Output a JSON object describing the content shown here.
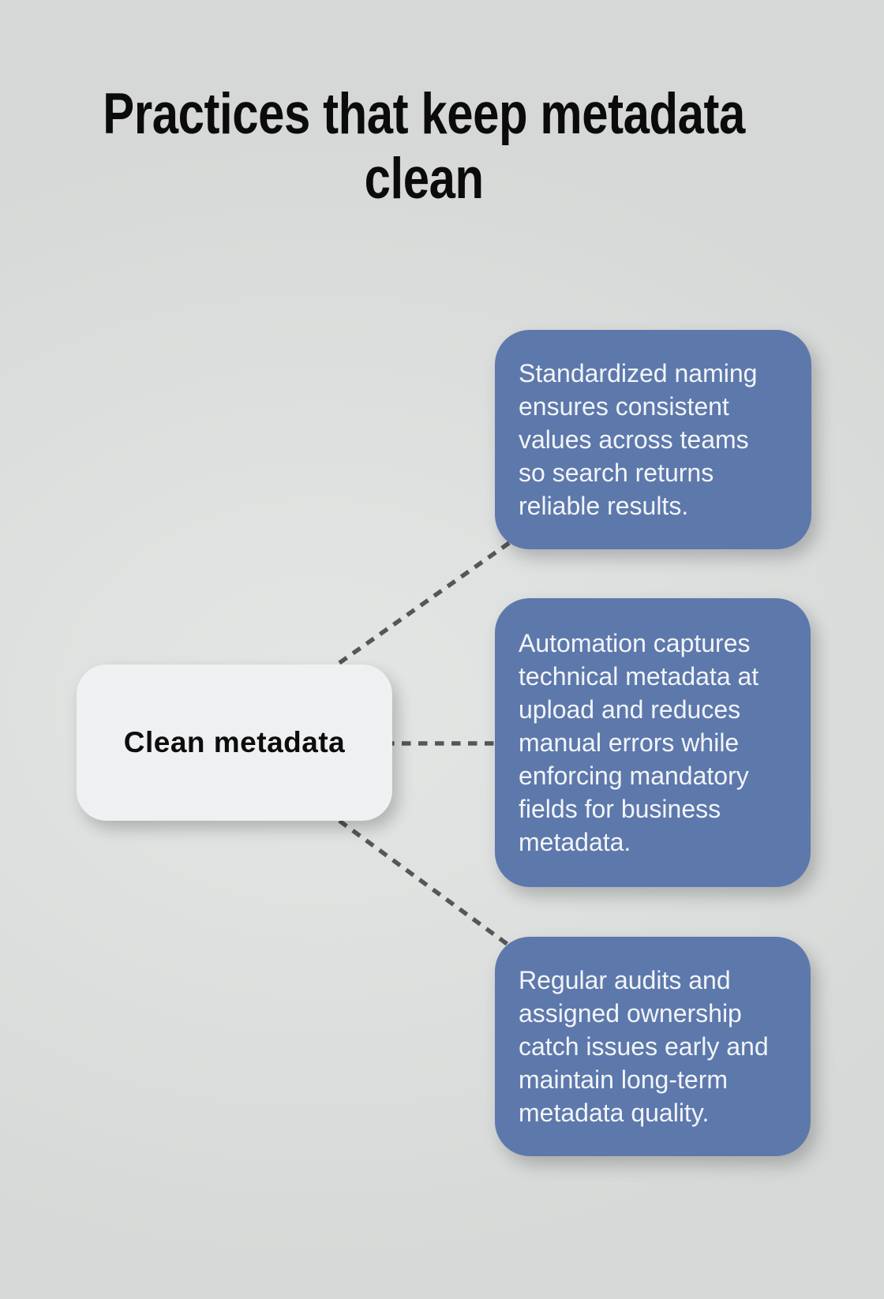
{
  "title": {
    "text": "Practices that keep metadata clean",
    "lines": [
      "Practices that keep metadata",
      "clean"
    ]
  },
  "center_node": {
    "label": "Clean metadata"
  },
  "branches": [
    {
      "text": "Standardized naming ensures consistent values across teams so search returns reliable results.",
      "lines": [
        "Standardized naming",
        "ensures consistent",
        "values across teams",
        "so search returns",
        "reliable results."
      ]
    },
    {
      "text": "Automation captures technical metadata at upload and reduces manual errors while enforcing mandatory fields for business metadata.",
      "lines": [
        "Automation captures",
        "technical metadata at",
        "upload and reduces",
        "manual errors while",
        "enforcing mandatory",
        "fields for business",
        "metadata."
      ]
    },
    {
      "text": "Regular audits and assigned ownership catch issues early and maintain long-term metadata quality.",
      "lines": [
        "Regular audits and",
        "assigned ownership",
        "catch issues early and",
        "maintain long-term",
        "metadata quality."
      ]
    }
  ],
  "colors": {
    "background": "#dddfde",
    "title_text": "#0b0b0b",
    "node_fill": "#eef0f2",
    "node_text": "#0d0d0d",
    "branch_fill": "#5d78ab",
    "branch_text": "#f2f5f9",
    "connector": "#565656"
  }
}
